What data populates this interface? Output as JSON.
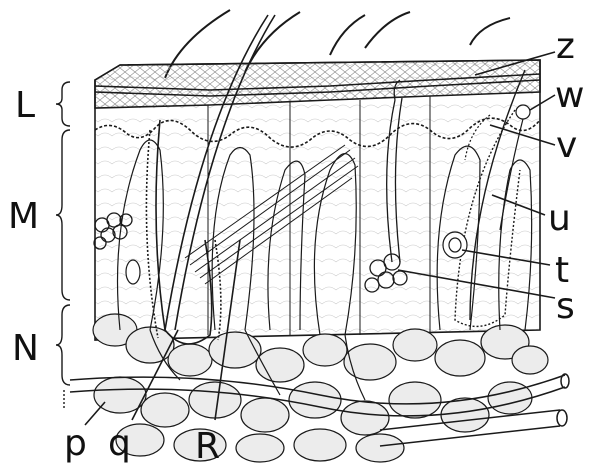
{
  "layers": {
    "top": "L",
    "middle": "M",
    "bottom": "N"
  },
  "structures": {
    "p": "p",
    "q": "q",
    "R": "R",
    "s": "s",
    "t": "t",
    "u": "u",
    "v": "v",
    "w": "w",
    "z": "z"
  },
  "colors": {
    "line": "#1a1a1a",
    "fat_fill": "#ececec",
    "background": "#ffffff"
  }
}
